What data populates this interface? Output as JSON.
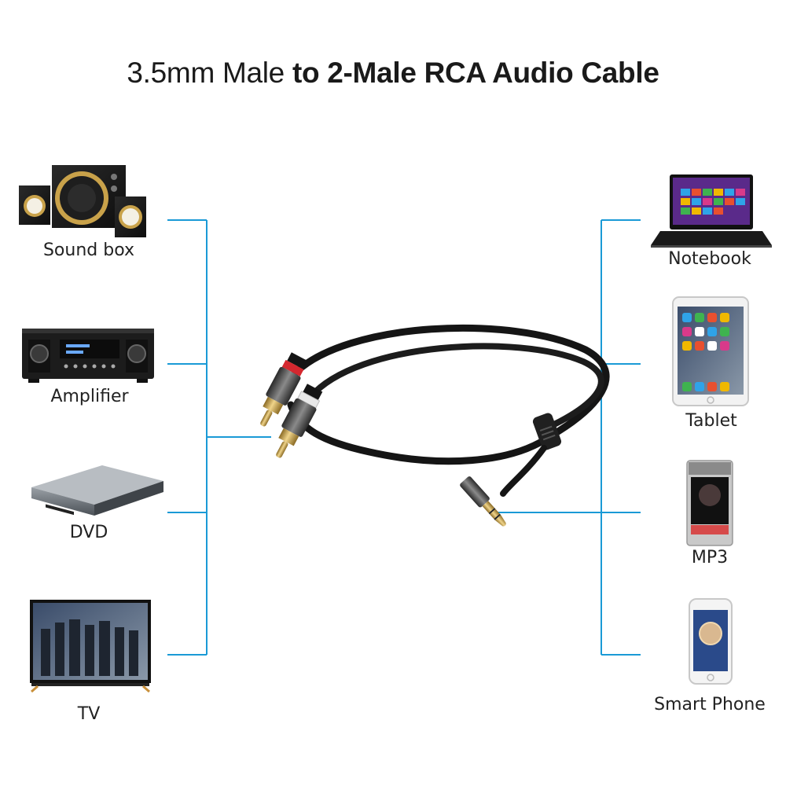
{
  "title": {
    "prefix": "3.5mm Male",
    "suffix": "to 2-Male RCA Audio Cable"
  },
  "left_devices": [
    {
      "label": "Sound box",
      "icon": "speaker-system-icon"
    },
    {
      "label": "Amplifier",
      "icon": "amplifier-icon"
    },
    {
      "label": "DVD",
      "icon": "dvd-player-icon"
    },
    {
      "label": "TV",
      "icon": "tv-icon"
    }
  ],
  "right_devices": [
    {
      "label": "Notebook",
      "icon": "laptop-icon"
    },
    {
      "label": "Tablet",
      "icon": "tablet-icon"
    },
    {
      "label": "MP3",
      "icon": "mp3-player-icon"
    },
    {
      "label": "Smart Phone",
      "icon": "smartphone-icon"
    }
  ],
  "colors": {
    "connector_line": "#1a9ad6",
    "cable": "#151515",
    "rca_red": "#d4282f",
    "rca_white": "#e8e8e8",
    "gold": "#c9a24a",
    "metal": "#4a4a4a"
  }
}
